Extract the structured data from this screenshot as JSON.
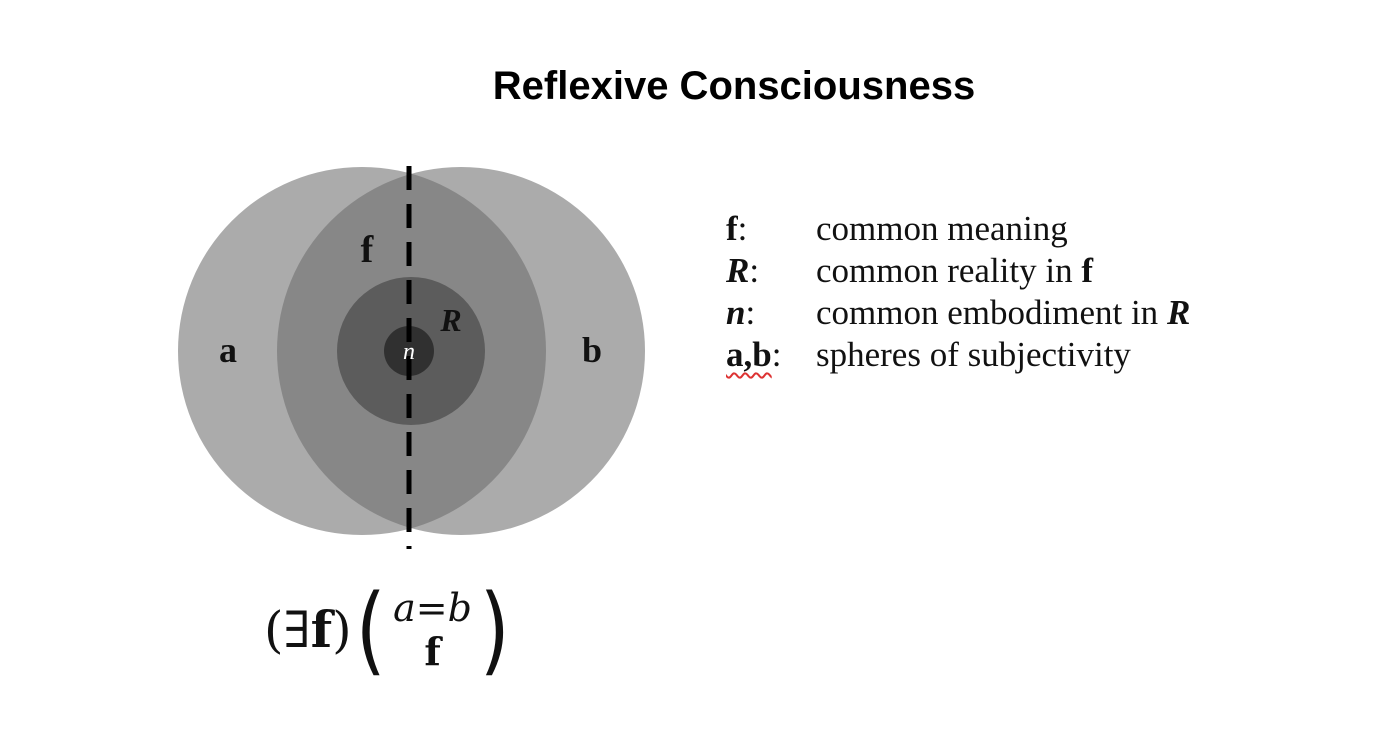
{
  "title": "Reflexive Consciousness",
  "diagram": {
    "label_a": "a",
    "label_b": "b",
    "label_f": "f",
    "label_R": "R",
    "label_n": "n",
    "colors": {
      "outer": "#ababab",
      "lens": "#878787",
      "inner_R": "#5c5c5c",
      "core_n": "#303030",
      "dashed_line": "#000000"
    }
  },
  "legend": {
    "items": [
      {
        "key": "f",
        "colon": ":",
        "desc": "common meaning",
        "desc_tail": ""
      },
      {
        "key": "R",
        "colon": ":",
        "desc": "common reality in ",
        "desc_tail": "f"
      },
      {
        "key": "n",
        "colon": ":",
        "desc": "common embodiment in ",
        "desc_tail": "R"
      },
      {
        "key": "a,b",
        "colon": ":",
        "desc": "spheres of subjectivity",
        "desc_tail": ""
      }
    ]
  },
  "formula": {
    "open_paren": "(",
    "exists": "∃",
    "var": "f",
    "close_paren": ")",
    "stack_top": "a=b",
    "stack_bottom": "f",
    "big_open": "(",
    "big_close": ")"
  }
}
